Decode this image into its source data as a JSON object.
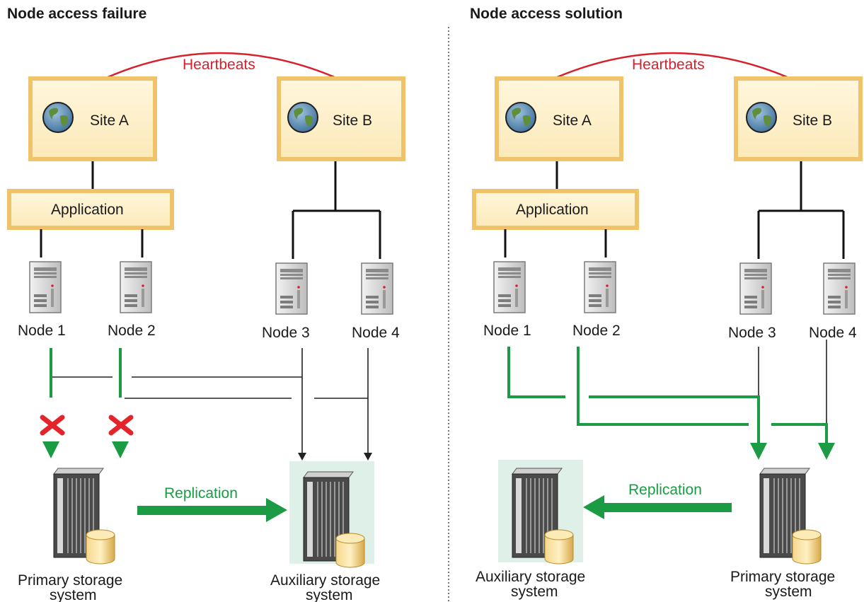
{
  "left_panel": {
    "title": "Node access failure",
    "heartbeats": "Heartbeats",
    "site_a": "Site A",
    "site_b": "Site B",
    "application": "Application",
    "nodes": [
      "Node 1",
      "Node 2",
      "Node 3",
      "Node 4"
    ],
    "replication": "Replication",
    "primary_storage": [
      "Primary storage",
      "system"
    ],
    "auxiliary_storage": [
      "Auxiliary storage",
      "system"
    ]
  },
  "right_panel": {
    "title": "Node access solution",
    "heartbeats": "Heartbeats",
    "site_a": "Site A",
    "site_b": "Site B",
    "application": "Application",
    "nodes": [
      "Node 1",
      "Node 2",
      "Node 3",
      "Node 4"
    ],
    "replication": "Replication",
    "primary_storage": [
      "Primary storage",
      "system"
    ],
    "auxiliary_storage": [
      "Auxiliary storage",
      "system"
    ]
  },
  "colors": {
    "heartbeat_red": "#d7202c",
    "path_green": "#1a9b44",
    "site_box_fill": "#fcefc4",
    "site_box_border": "#f2c66e",
    "aux_highlight": "#dff0e8"
  }
}
